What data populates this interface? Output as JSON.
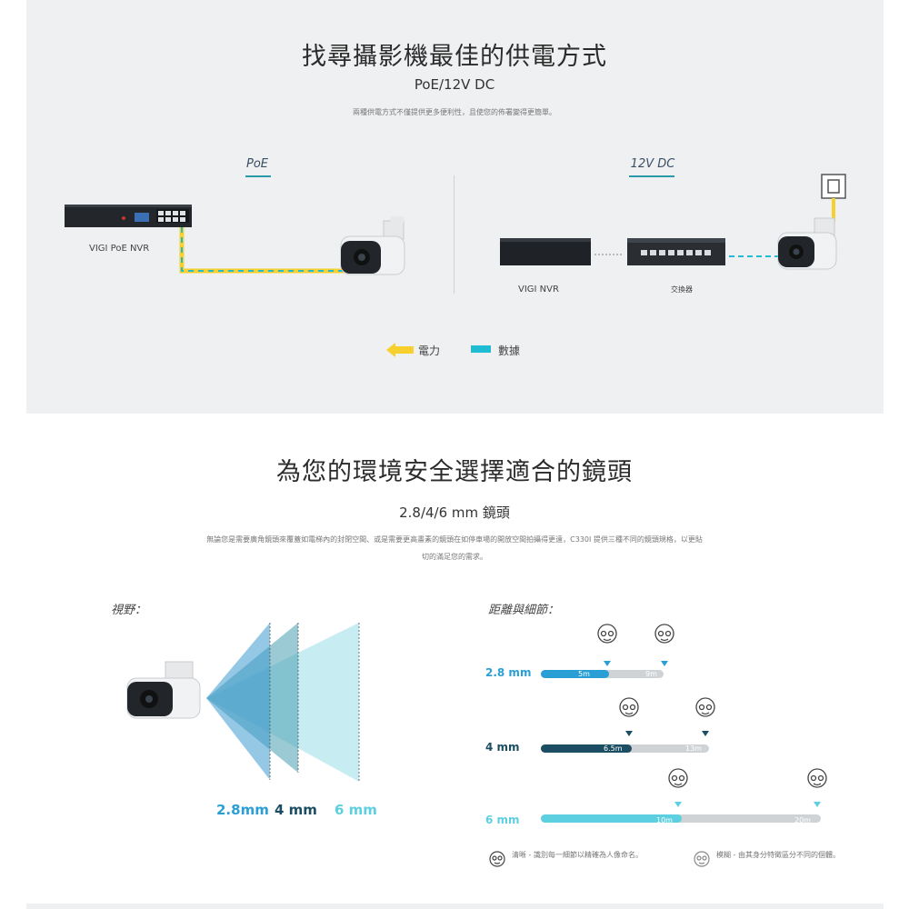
{
  "power_section": {
    "title": "找尋攝影機最佳的供電方式",
    "subtitle": "PoE/12V DC",
    "description": "兩種供電方式不僅提供更多便利性，且使您的佈署變得更簡單。",
    "poe_label": "PoE",
    "dc_label": "12V DC",
    "nvr_poe_label": "VIGI PoE NVR",
    "nvr_label": "VIGI NVR",
    "switch_label": "交換器",
    "legend_power": "電力",
    "legend_data": "數據",
    "power_color": "#f7d02d",
    "data_color": "#1fbcd3"
  },
  "lens_section": {
    "title": "為您的環境安全選擇適合的鏡頭",
    "subtitle": "2.8/4/6 mm 鏡頭",
    "description_line1": "無論您是需要廣角鏡頭來覆蓋如電梯內的封閉空間、或是需要更高畫素的鏡頭在如停車場的開放空間拍攝得更遠，C330I 提供三種不同的鏡頭規格，以更貼",
    "description_line2": "切的滿足您的需求。",
    "fov_heading": "視野：",
    "distance_heading": "距離與細節：",
    "fov_labels": [
      "2.8mm",
      "4 mm",
      "6 mm"
    ],
    "bars": [
      {
        "lens": "2.8 mm",
        "near": "5m",
        "far": "9m",
        "color": "#2a9fd6"
      },
      {
        "lens": "4 mm",
        "near": "6.5m",
        "far": "13m",
        "color": "#1b4e63"
      },
      {
        "lens": "6 mm",
        "near": "10m",
        "far": "20m",
        "color": "#5ccfe0"
      }
    ],
    "legend_clear": "清晰 - 識別每一細節以精確為人像命名。",
    "legend_blur": "模糊 - 由其身分特徵區分不同的個體。"
  }
}
